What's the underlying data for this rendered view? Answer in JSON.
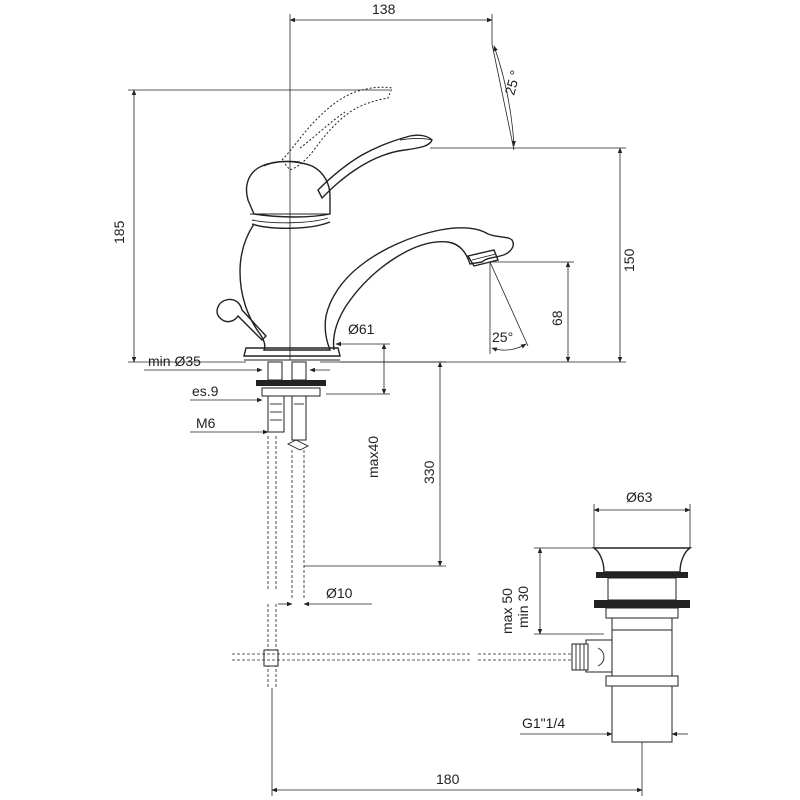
{
  "dimensions": {
    "width_total": "138",
    "height_total": "185",
    "height_spout": "150",
    "spout_clearance": "68",
    "angle_lever": "25 °",
    "angle_spout": "25°",
    "base_diameter": "Ø61",
    "hole_min_diameter": "min Ø35",
    "thickness": "es.9",
    "thread_m6": "M6",
    "max_deck": "max40",
    "hose_length": "330",
    "hose_diameter": "Ø10",
    "waste_diameter": "Ø63",
    "waste_range_max": "max 50",
    "waste_range_min": "min 30",
    "waste_thread": "G1\"1/4",
    "rod_length": "180"
  },
  "colors": {
    "line": "#222222",
    "background": "#ffffff"
  }
}
